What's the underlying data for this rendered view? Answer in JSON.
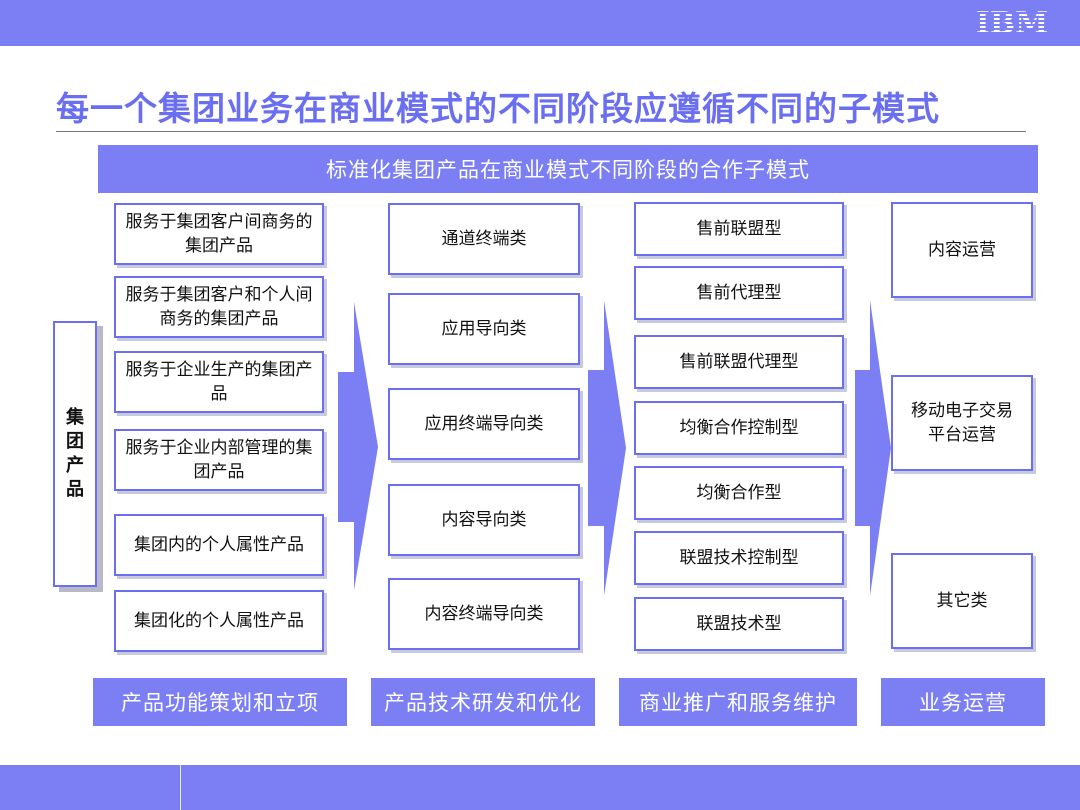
{
  "title": "每一个集团业务在商业模式的不同阶段应遵循不同的子模式",
  "header": "标准化集团产品在商业模式不同阶段的合作子模式",
  "logo": "IBM",
  "group_label": "集团产品",
  "columns": {
    "products": [
      "服务于集团客户间商务的集团产品",
      "服务于集团客户和个人间商务的集团产品",
      "服务于企业生产的集团产品",
      "服务于企业内部管理的集团产品",
      "集团内的个人属性产品",
      "集团化的个人属性产品"
    ],
    "tech": [
      "通道终端类",
      "应用导向类",
      "应用终端导向类",
      "内容导向类",
      "内容终端导向类"
    ],
    "models": [
      "售前联盟型",
      "售前代理型",
      "售前联盟代理型",
      "均衡合作控制型",
      "均衡合作型",
      "联盟技术控制型",
      "联盟技术型"
    ],
    "ops": [
      "内容运营",
      "移动电子交易平台运营",
      "其它类"
    ]
  },
  "stages": [
    "产品功能策划和立项",
    "产品技术研发和优化",
    "商业推广和服务维护",
    "业务运营"
  ],
  "colors": {
    "accent": "#7b7ff3",
    "border": "#6a6ef0",
    "title": "#6a6ef0"
  }
}
